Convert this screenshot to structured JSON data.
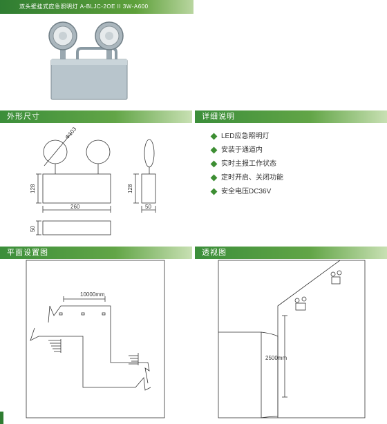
{
  "header": {
    "title": "双头壁挂式应急照明灯  A-BLJC-2OE II 3W-A600"
  },
  "sections": {
    "dimensions": "外形尺寸",
    "details": "详细说明",
    "plan": "平面设置图",
    "perspective": "透视图"
  },
  "dimension_labels": {
    "diameter": "Φ103",
    "front_height": "128",
    "front_width": "260",
    "side_height": "128",
    "side_depth": "50",
    "bottom_depth": "50"
  },
  "details": [
    "LED应急照明灯",
    "安装于通道内",
    "实时主报工作状态",
    "定时开启、关闭功能",
    "安全电压DC36V"
  ],
  "plan_label": "10000mm",
  "perspective_label": "2500mm",
  "colors": {
    "brand_green": "#3b8e3a",
    "bullet_green": "#3d8e33"
  }
}
